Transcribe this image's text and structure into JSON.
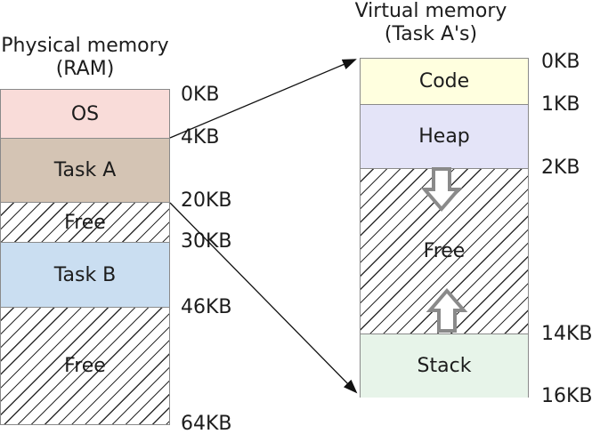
{
  "physical": {
    "title_line1": "Physical memory",
    "title_line2": "(RAM)",
    "blocks": [
      {
        "label": "OS",
        "from": "0KB",
        "to": "4KB"
      },
      {
        "label": "Task A",
        "from": "4KB",
        "to": "20KB"
      },
      {
        "label": "Free",
        "from": "20KB",
        "to": "30KB"
      },
      {
        "label": "Task B",
        "from": "30KB",
        "to": "46KB"
      },
      {
        "label": "Free",
        "from": "46KB",
        "to": "64KB"
      }
    ],
    "ticks": [
      "0KB",
      "4KB",
      "20KB",
      "30KB",
      "46KB",
      "64KB"
    ]
  },
  "virtual": {
    "title_line1": "Virtual memory",
    "title_line2": "(Task A's)",
    "blocks": [
      {
        "label": "Code",
        "from": "0KB",
        "to": "1KB"
      },
      {
        "label": "Heap",
        "from": "1KB",
        "to": "2KB"
      },
      {
        "label": "Free",
        "from": "2KB",
        "to": "14KB"
      },
      {
        "label": "Stack",
        "from": "14KB",
        "to": "16KB"
      }
    ],
    "ticks": [
      "0KB",
      "1KB",
      "2KB",
      "14KB",
      "16KB"
    ]
  },
  "icons": {
    "heap_grow_arrow": "down-block-arrow",
    "stack_grow_arrow": "up-block-arrow",
    "mapping_arrow_top": "task-a-start-to-virtual-top",
    "mapping_arrow_bottom": "task-a-end-to-virtual-bottom"
  },
  "colors": {
    "os": "#f9dcd9",
    "task_a": "#d4c4b4",
    "task_b": "#cadef1",
    "code": "#ffffdf",
    "heap": "#e4e4f8",
    "stack": "#e7f4e9",
    "free_hatch_line": "#2e2e2e",
    "box_border": "#8a8a8a",
    "block_arrow_stroke": "#8a8a8a",
    "mapping_arrow": "#111111",
    "text": "#1c1c1c",
    "background": "#ffffff"
  }
}
